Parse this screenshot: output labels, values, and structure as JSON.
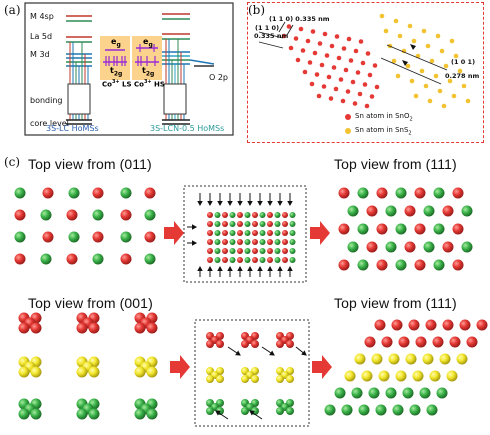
{
  "panels": {
    "a": {
      "label": "(a)",
      "levels": {
        "m4sp": "M 4sp",
        "la5d": "La 5d",
        "m3d": "M 3d",
        "o2p": "O 2p",
        "bonding": "bonding",
        "core": "core level"
      },
      "ls_box": {
        "eg": "e",
        "eg_sub": "g",
        "t2g": "t",
        "t2g_sub": "2g",
        "caption": "Co",
        "caption_sup": "3+",
        "caption_tail": " LS"
      },
      "hs_box": {
        "eg": "e",
        "eg_sub": "g",
        "t2g": "t",
        "t2g_sub": "2g",
        "caption": "Co",
        "caption_sup": "3+",
        "caption_tail": " HS"
      },
      "left_caption": "3S-LC HoMSs",
      "right_caption": "3S-LCN-0.5 HoMSs",
      "colors": {
        "left_caption": "#2a5db0",
        "right_caption": "#2a9a9a",
        "box": "#fbd38d",
        "arrow": "#9b2bd6"
      }
    },
    "b": {
      "label": "(b)",
      "plane_110": "(1 1 0) 0.335 nm",
      "plane_110_b_hkl": "(1 1 0)",
      "plane_110_b_d": "0.335 nm",
      "plane_101_hkl": "(1 0 1)",
      "plane_101_d": "0.278 nm",
      "legend": [
        {
          "label": "Sn atom in SnO",
          "sub": "2",
          "color": "#e53935"
        },
        {
          "label": "Sn atom in SnS",
          "sub": "2",
          "color": "#f2c230"
        }
      ]
    },
    "c": {
      "label": "(c)",
      "top_left": "Top view from (011)",
      "top_right": "Top view from (111)",
      "bottom_left": "Top view from (001)",
      "bottom_right": "Top view from (111)",
      "colors": {
        "red": "#e53935",
        "green": "#3cb44b",
        "yellow": "#f2e62a",
        "arrow": "#e53935"
      }
    }
  }
}
